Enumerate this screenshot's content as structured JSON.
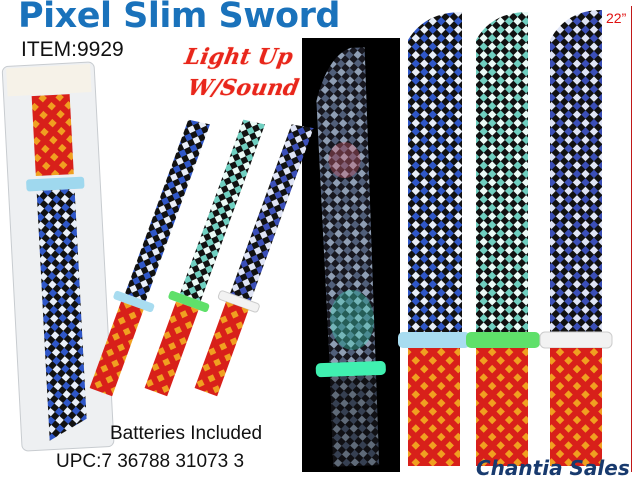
{
  "product": {
    "title": "Pixel Slim Sword",
    "item": "ITEM:9929",
    "feature_line1": "Light Up",
    "feature_line2": "W/Sound",
    "batteries": "Batteries Included",
    "upc": "UPC:7 36788 31073 3",
    "brand": "Chantia Sales",
    "size_label": "22”"
  },
  "colors": {
    "title": "#1a72bb",
    "feature": "#e8261c",
    "brand": "#183a6e",
    "blade_blue": "#2f57c8",
    "blade_teal": "#7fd6c8",
    "handle_red": "#d8201a",
    "handle_yellow": "#f0a020"
  }
}
